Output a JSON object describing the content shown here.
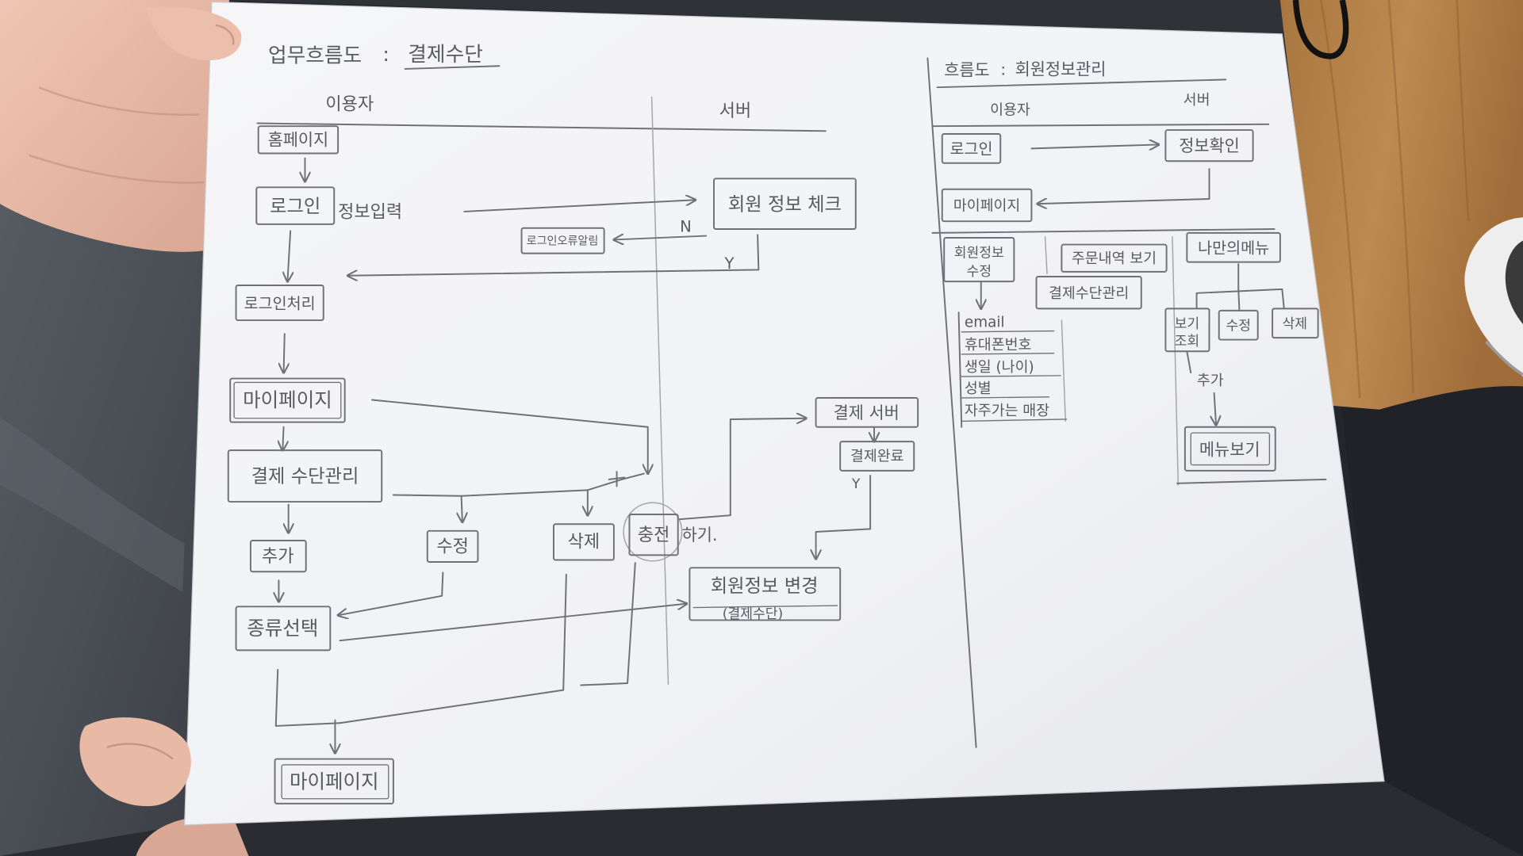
{
  "payment_flow": {
    "title": "업무흐름도",
    "separator": ":",
    "subject": "결제수단",
    "lane_user": "이용자",
    "lane_server": "서버",
    "homepage": "홈페이지",
    "login": "로그인",
    "login_info_input": "정보입력",
    "member_info_check": "회원 정보 체크",
    "login_error_alert": "로그인오류알림",
    "branch_no": "N",
    "branch_yes": "Y",
    "login_process": "로그인처리",
    "mypage": "마이페이지",
    "payment_method_manage": "결제 수단관리",
    "add": "추가",
    "edit": "수정",
    "delete": "삭제",
    "charge": "충전",
    "charge_suffix": "하기.",
    "payment_server": "결제 서버",
    "payment_complete": "결제완료",
    "payment_yes": "Y",
    "type_select": "종류선택",
    "member_info_change": "회원정보 변경",
    "member_info_change_note": "(결제수단)",
    "mypage_return": "마이페이지"
  },
  "member_flow": {
    "title": "흐름도",
    "separator": ":",
    "subject": "회원정보관리",
    "lane_user": "이용자",
    "lane_server": "서버",
    "login": "로그인",
    "info_check": "정보확인",
    "mypage": "마이페이지",
    "member_edit": [
      "회원정보",
      "수정"
    ],
    "order_history": "주문내역 보기",
    "my_menu": "나만의메뉴",
    "payment_method_manage": "결제수단관리",
    "editable_fields": [
      "email",
      "휴대폰번호",
      "생일 (나이)",
      "성별",
      "자주가는 매장"
    ],
    "menu_view_lookup": [
      "보기",
      "조회"
    ],
    "menu_edit": "수정",
    "menu_delete": "삭제",
    "menu_add": "추가",
    "menu_view": "메뉴보기"
  }
}
